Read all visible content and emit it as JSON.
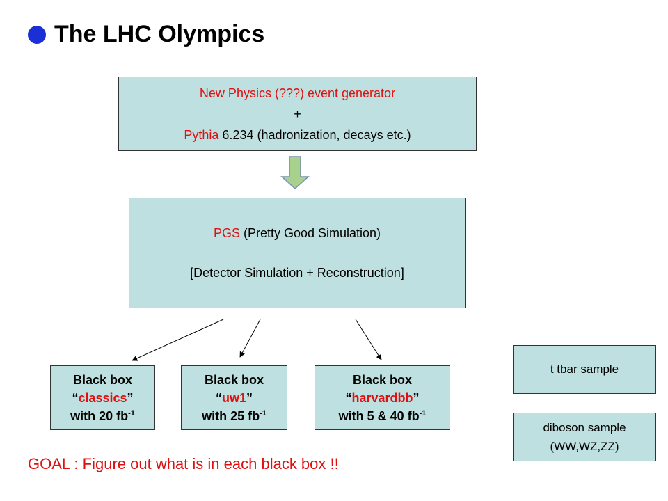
{
  "slide": {
    "title": "The LHC Olympics"
  },
  "generator_box": {
    "line1_red": "New Physics (???) event generator",
    "line2": "+",
    "line3_red": "Pythia",
    "line3_rest": " 6.234 (hadronization, decays etc.)"
  },
  "pgs_box": {
    "line1_red": "PGS",
    "line1_rest": " (Pretty Good Simulation)",
    "line2": "[Detector Simulation + Reconstruction]"
  },
  "black_boxes": [
    {
      "title": "Black box",
      "name": "classics",
      "lumi_prefix": "with 20 fb",
      "lumi_exp": "-1"
    },
    {
      "title": "Black box",
      "name": "uw1",
      "lumi_prefix": "with 25 fb",
      "lumi_exp": "-1"
    },
    {
      "title": "Black box",
      "name": "harvardbb",
      "lumi_prefix": "with 5 & 40 fb",
      "lumi_exp": "-1"
    }
  ],
  "samples": {
    "ttbar": "t tbar sample",
    "diboson_line1": "diboson sample",
    "diboson_line2": "(WW,WZ,ZZ)"
  },
  "goal": "GOAL : Figure out what is in each black box !!",
  "colors": {
    "box_fill": "#bfe0e0",
    "accent_red": "#e01010",
    "bullet_blue": "#1a2fd6",
    "arrow_fill": "#a9d18e"
  }
}
